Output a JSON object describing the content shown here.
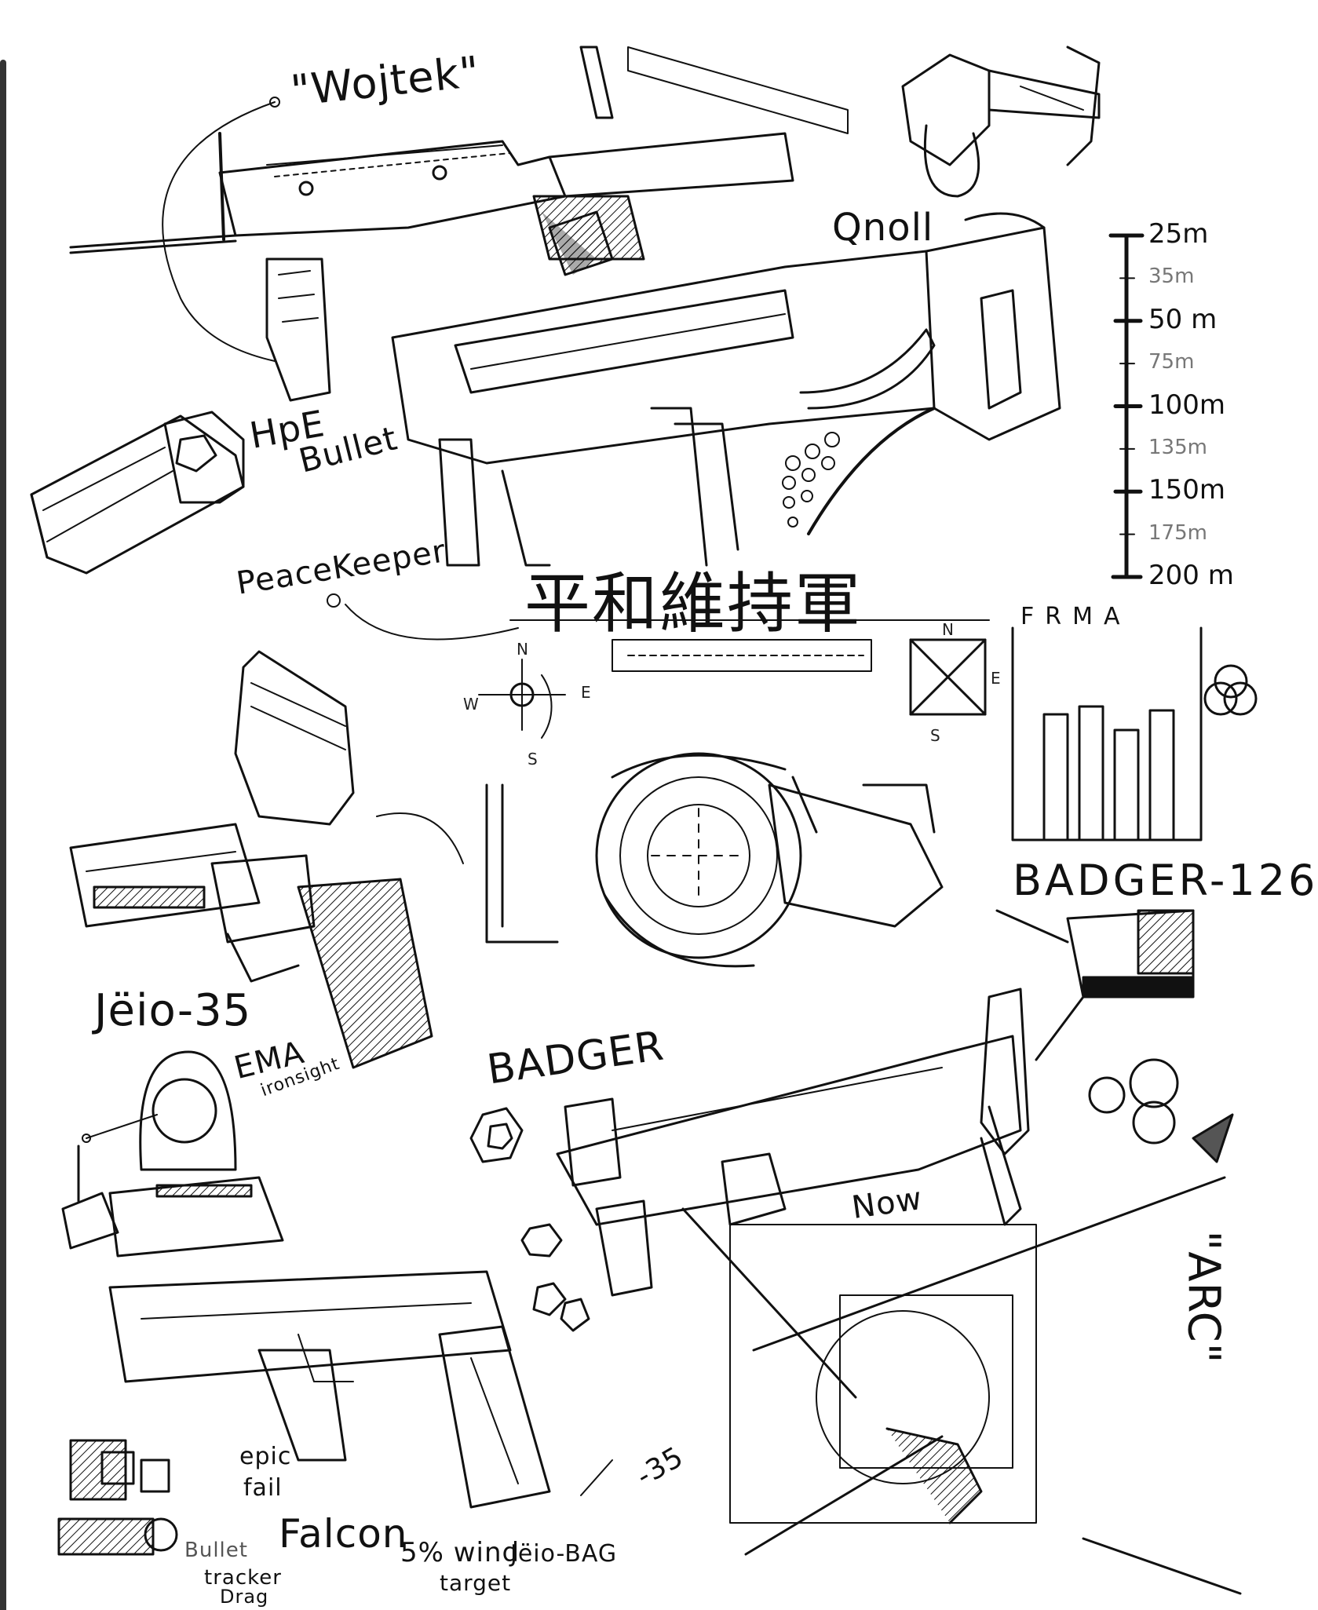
{
  "labels": {
    "wojtek": "\"Wojtek\"",
    "qnoll": "Qnoll",
    "hpe": "HpE",
    "bullet": "Bullet",
    "peacekeeper": "PeaceKeeper",
    "cjk_banner": "平和維持軍",
    "frma": "FRMA",
    "badger126": "BADGER-126",
    "jeio35": "Jëio-35",
    "ema": "EMA",
    "ironsight": "ironsight",
    "badger": "BADGER",
    "now": "Now",
    "arc": "\"ARC\"",
    "epic": "epic",
    "fail": "fail",
    "falcon": "Falcon",
    "minus35": "-35",
    "bullet_small": "Bullet",
    "tracker": "tracker",
    "drag": "Drag",
    "wind": "5% wind",
    "target": "target",
    "jeio_bag": "Jëio-BAG"
  },
  "range_scale": {
    "marks": [
      {
        "label": "25m",
        "major": true
      },
      {
        "label": "35m",
        "major": false
      },
      {
        "label": "50 m",
        "major": true
      },
      {
        "label": "75m",
        "major": false
      },
      {
        "label": "100m",
        "major": true
      },
      {
        "label": "135m",
        "major": false
      },
      {
        "label": "150m",
        "major": true
      },
      {
        "label": "175m",
        "major": false
      },
      {
        "label": "200 m",
        "major": true
      }
    ]
  },
  "compass": {
    "n": "N",
    "e": "E",
    "s": "S",
    "w": "W"
  },
  "colors": {
    "ink": "#111111",
    "paper": "#ffffff",
    "faint": "#777777"
  }
}
